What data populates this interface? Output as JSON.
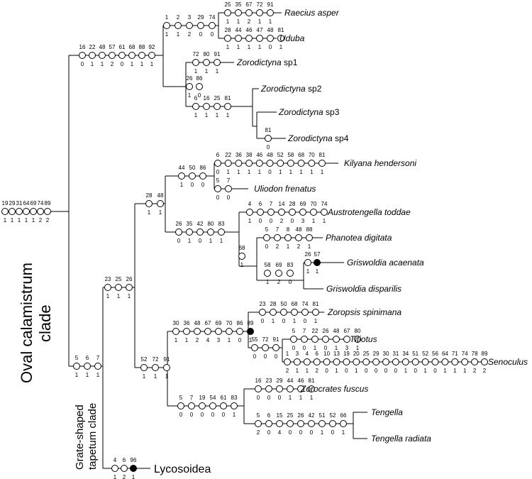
{
  "clades": {
    "oval": {
      "line1": "Oval calamistrum",
      "line2": "clade"
    },
    "grate": {
      "line1": "Grate-shaped",
      "line2": "tapetum clade"
    }
  },
  "taxa": [
    {
      "name": "Raecius asper",
      "italic": true
    },
    {
      "name": "Uduba",
      "italic": true
    },
    {
      "genus": "Zorodictyna",
      "suffix": " sp1"
    },
    {
      "genus": "Zorodictyna",
      "suffix": " sp2"
    },
    {
      "genus": "Zorodictyna",
      "suffix": " sp3"
    },
    {
      "genus": "Zorodictyna",
      "suffix": " sp4"
    },
    {
      "name": "Kilyana hendersoni",
      "italic": true
    },
    {
      "name": "Uliodon frenatus",
      "italic": true
    },
    {
      "name": "Austrotengella toddae",
      "italic": true
    },
    {
      "name": "Phanotea digitata",
      "italic": true
    },
    {
      "name": "Griswoldia acaenata",
      "italic": true
    },
    {
      "name": "Griswoldia disparilis",
      "italic": true
    },
    {
      "name": "Zoropsis spinimana",
      "italic": true
    },
    {
      "name": "Titiotus",
      "italic": true
    },
    {
      "name": "Senoculus",
      "italic": true
    },
    {
      "name": "Zorocrates fuscus",
      "italic": true
    },
    {
      "name": "Tengella",
      "italic": true
    },
    {
      "name": "Tengella radiata",
      "italic": true
    },
    {
      "name": "Lycosoidea",
      "italic": false
    }
  ],
  "branches": [
    {
      "id": "root",
      "chars": [
        "19",
        "29",
        "31",
        "64",
        "69",
        "74",
        "89"
      ],
      "states": [
        "1",
        "1",
        "1",
        "1",
        "1",
        "2",
        "2"
      ]
    },
    {
      "id": "oval",
      "chars": [
        "16",
        "22",
        "48",
        "57",
        "61",
        "68",
        "88",
        "92"
      ],
      "states": [
        "0",
        "1",
        "1",
        "2",
        "0",
        "1",
        "1",
        "1"
      ]
    },
    {
      "id": "raecius_uduba",
      "chars": [
        "1",
        "2",
        "3",
        "29",
        "74"
      ],
      "states": [
        "1",
        "1",
        "2",
        "0",
        "0"
      ]
    },
    {
      "id": "raecius",
      "chars": [
        "25",
        "35",
        "67",
        "72",
        "91"
      ],
      "states": [
        "1",
        "1",
        "2",
        "1",
        "1"
      ]
    },
    {
      "id": "uduba",
      "chars": [
        "28",
        "44",
        "46",
        "47",
        "48",
        "81"
      ],
      "states": [
        "1",
        "1",
        "1",
        "1",
        "0",
        "1"
      ]
    },
    {
      "id": "zorodictyna",
      "chars": [
        "26",
        "86"
      ],
      "states": [
        "1",
        "0"
      ]
    },
    {
      "id": "zsp1",
      "chars": [
        "72",
        "80",
        "91"
      ],
      "states": [
        "1",
        "1",
        "1"
      ]
    },
    {
      "id": "zsp234",
      "chars": [
        "6",
        "16",
        "25",
        "81"
      ],
      "states": [
        "1",
        "1",
        "1",
        "1"
      ]
    },
    {
      "id": "zsp4",
      "chars": [
        "81"
      ],
      "states": [
        "0"
      ]
    },
    {
      "id": "grate",
      "chars": [
        "5",
        "6",
        "7"
      ],
      "states": [
        "1",
        "1",
        "1"
      ]
    },
    {
      "id": "c232526",
      "chars": [
        "23",
        "25",
        "26"
      ],
      "states": [
        "1",
        "1",
        "1"
      ]
    },
    {
      "id": "c2848",
      "chars": [
        "28",
        "48"
      ],
      "states": [
        "1",
        "1"
      ]
    },
    {
      "id": "kilyana_uliodon",
      "chars": [
        "44",
        "50",
        "86"
      ],
      "states": [
        "1",
        "0",
        "0"
      ]
    },
    {
      "id": "kilyana",
      "chars": [
        "6",
        "22",
        "36",
        "38",
        "46",
        "48",
        "52",
        "58",
        "68",
        "70",
        "81"
      ],
      "states": [
        "0",
        "1",
        "1",
        "1",
        "1",
        "0",
        "1",
        "1",
        "1",
        "1",
        "1"
      ]
    },
    {
      "id": "uliodon",
      "chars": [
        "5",
        "7"
      ],
      "states": [
        "0",
        "0"
      ]
    },
    {
      "id": "c26_83",
      "chars": [
        "26",
        "35",
        "42",
        "80",
        "83"
      ],
      "states": [
        "0",
        "1",
        "0",
        "1",
        "1"
      ]
    },
    {
      "id": "austrotengella",
      "chars": [
        "4",
        "6",
        "7",
        "14",
        "28",
        "69",
        "70",
        "74"
      ],
      "states": [
        "1",
        "0",
        "0",
        "2",
        "0",
        "3",
        "1",
        "1"
      ]
    },
    {
      "id": "c68",
      "chars": [
        "68"
      ],
      "states": [
        "1"
      ]
    },
    {
      "id": "phanotea",
      "chars": [
        "5",
        "7",
        "8",
        "48",
        "88"
      ],
      "states": [
        "0",
        "2",
        "1",
        "2",
        "1"
      ]
    },
    {
      "id": "griswoldia",
      "chars": [
        "58",
        "69",
        "83"
      ],
      "states": [
        "1",
        "2",
        "0"
      ]
    },
    {
      "id": "g_acaenata",
      "chars": [
        "26",
        "57"
      ],
      "states": [
        "1",
        "1"
      ]
    },
    {
      "id": "c527291",
      "chars": [
        "52",
        "72",
        "91"
      ],
      "states": [
        "1",
        "1",
        "1"
      ]
    },
    {
      "id": "c30_89",
      "chars": [
        "30",
        "36",
        "48",
        "67",
        "69",
        "70",
        "86",
        "89"
      ],
      "states": [
        "1",
        "1",
        "2",
        "4",
        "3",
        "1",
        "0",
        "1"
      ]
    },
    {
      "id": "zoropsis",
      "chars": [
        "23",
        "28",
        "50",
        "68",
        "74",
        "81"
      ],
      "states": [
        "0",
        "1",
        "0",
        "1",
        "0",
        "1"
      ]
    },
    {
      "id": "c557291",
      "chars": [
        "55",
        "72",
        "91"
      ],
      "states": [
        "0",
        "0",
        "0"
      ]
    },
    {
      "id": "titiotus",
      "chars": [
        "5",
        "7",
        "22",
        "26",
        "48",
        "67",
        "80"
      ],
      "states": [
        "0",
        "0",
        "1",
        "0",
        "1",
        "3",
        "1"
      ]
    },
    {
      "id": "senoculus",
      "chars": [
        "1",
        "3",
        "4",
        "6",
        "10",
        "13",
        "19",
        "20",
        "25",
        "29",
        "30",
        "31",
        "34",
        "51",
        "52",
        "56",
        "64",
        "71",
        "74",
        "78",
        "89"
      ],
      "states": [
        "2",
        "1",
        "1",
        "2",
        "0",
        "1",
        "0",
        "1",
        "0",
        "0",
        "0",
        "0",
        "1",
        "0",
        "1",
        "0",
        "1",
        "1",
        "1",
        "2",
        "2"
      ]
    },
    {
      "id": "c5_83",
      "chars": [
        "5",
        "7",
        "19",
        "54",
        "61",
        "83"
      ],
      "states": [
        "0",
        "0",
        "0",
        "0",
        "0",
        "1"
      ]
    },
    {
      "id": "zorocrates",
      "chars": [
        "16",
        "23",
        "29",
        "44",
        "46",
        "81"
      ],
      "states": [
        "0",
        "0",
        "0",
        "1",
        "1",
        "1"
      ]
    },
    {
      "id": "tengella",
      "chars": [
        "5",
        "6",
        "15",
        "25",
        "26",
        "42",
        "51",
        "52",
        "66"
      ],
      "states": [
        "2",
        "0",
        "4",
        "0",
        "0",
        "0",
        "1",
        "0",
        "1"
      ]
    },
    {
      "id": "lycosoidea",
      "chars": [
        "4",
        "6",
        "96"
      ],
      "states": [
        "1",
        "2",
        "1"
      ]
    }
  ]
}
